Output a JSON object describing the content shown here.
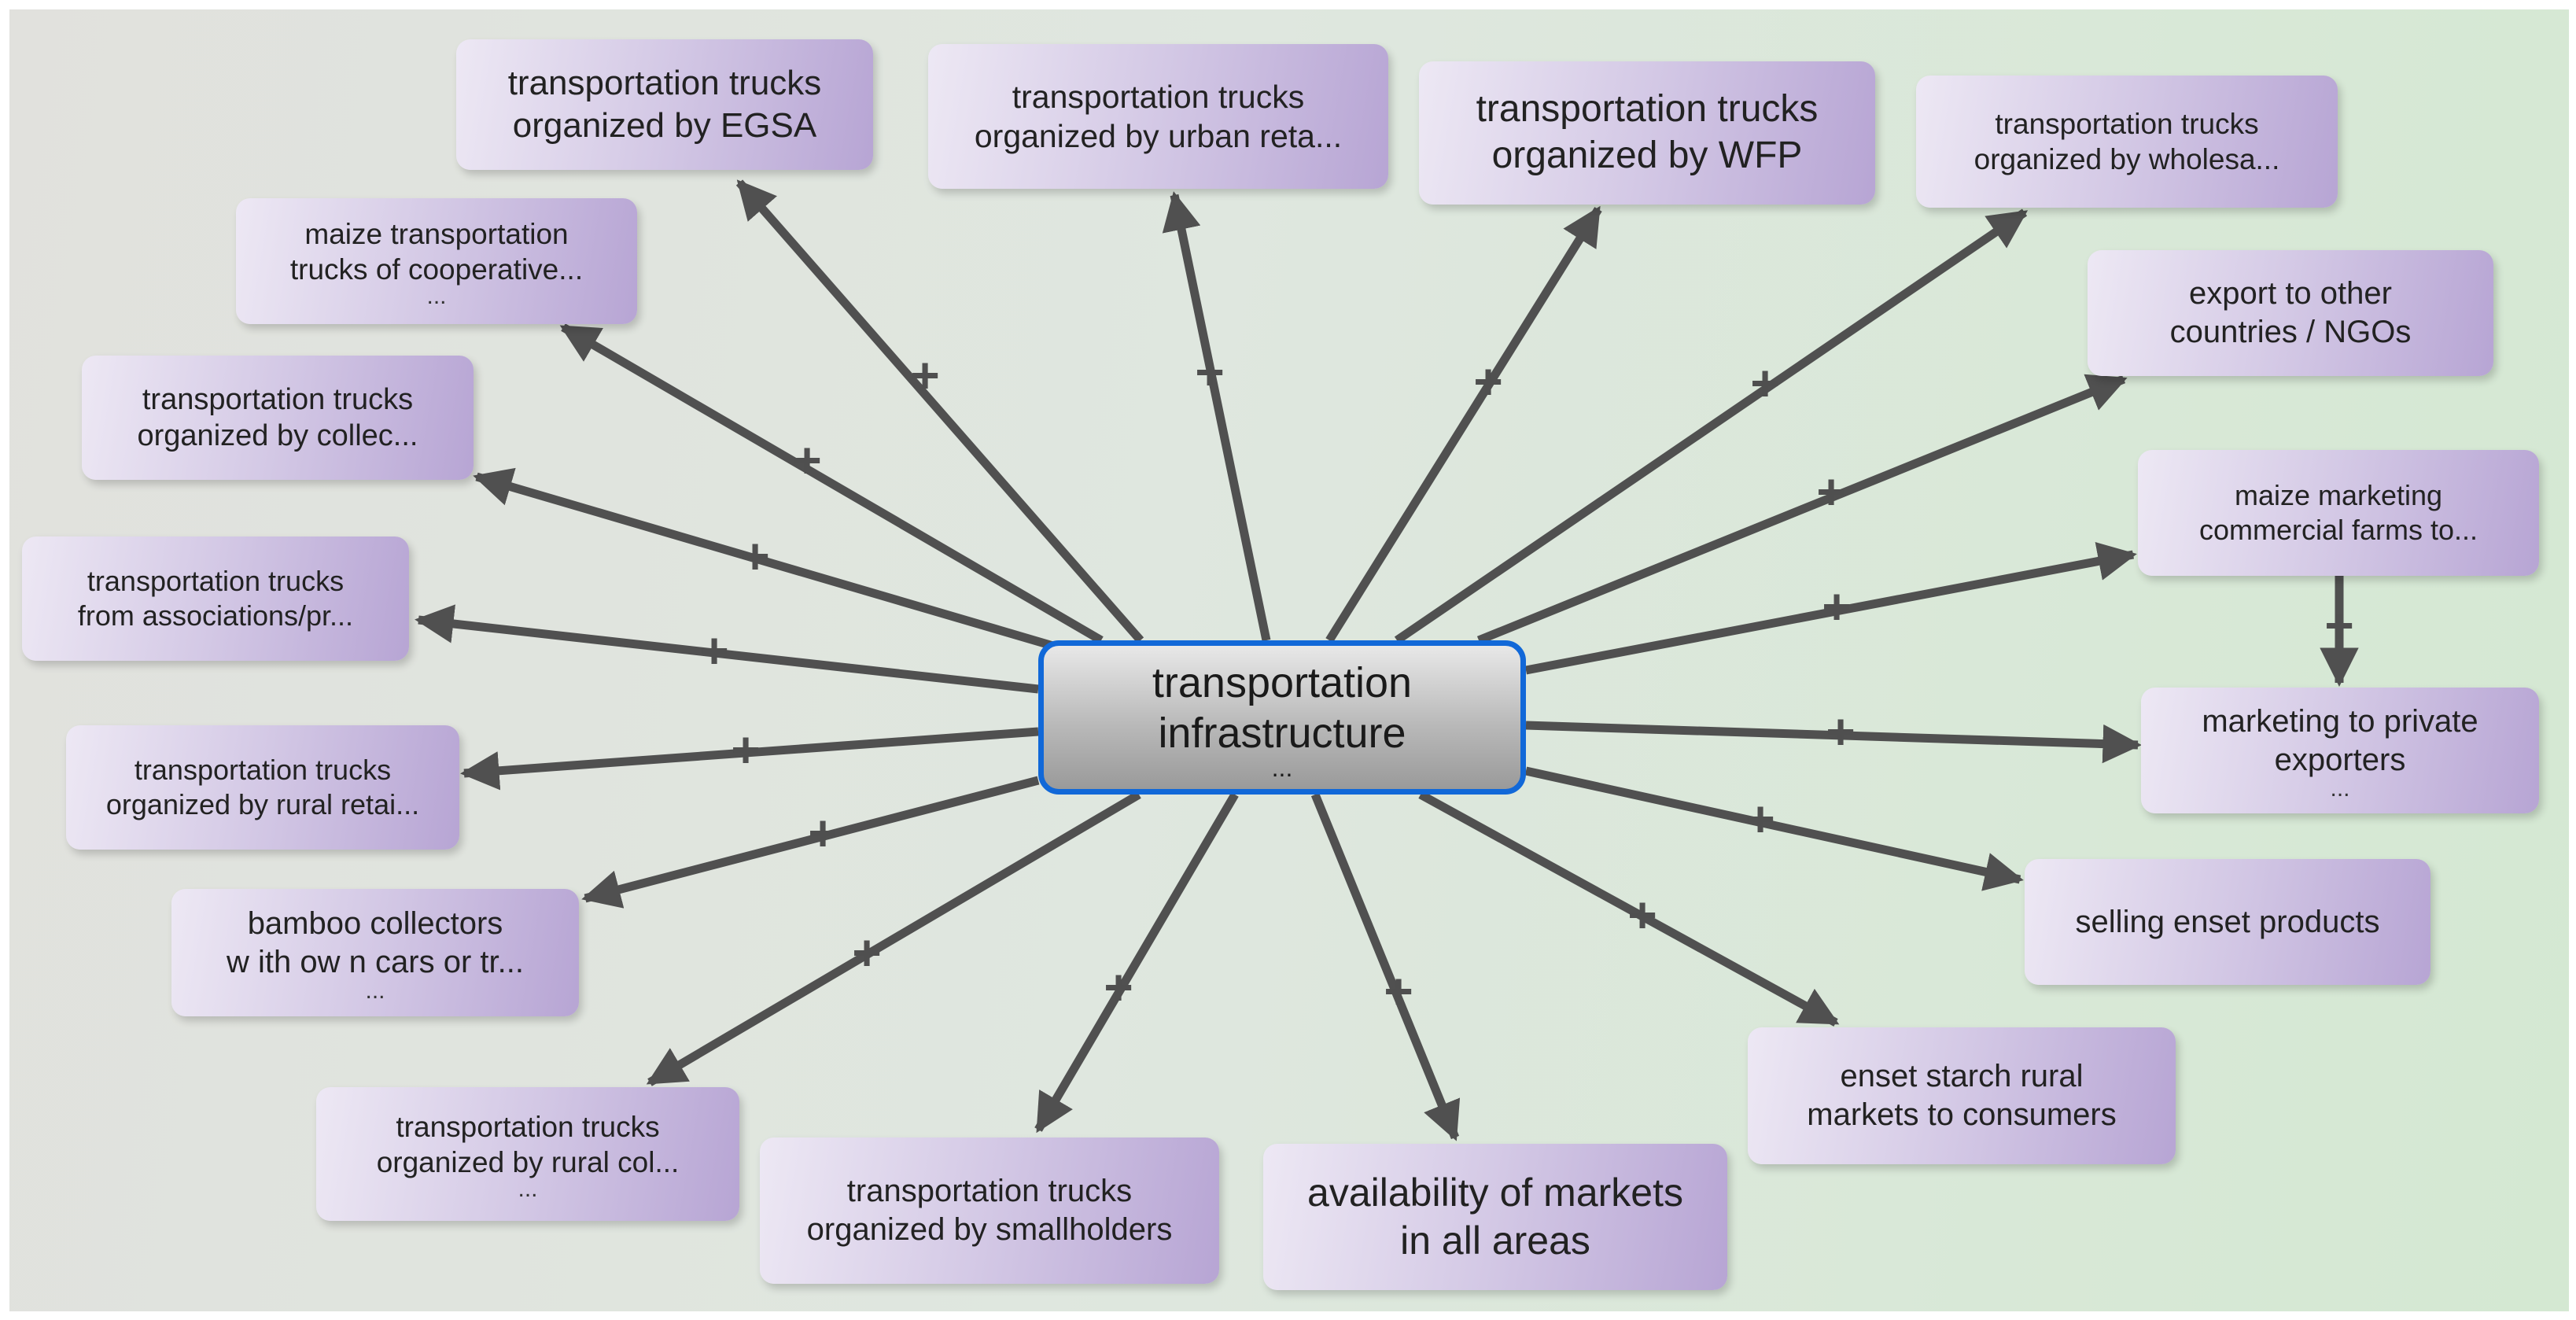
{
  "center": {
    "line1": "transportation",
    "line2": "infrastructure",
    "more": "..."
  },
  "edge_sign": "+",
  "nodes": {
    "egsa": {
      "line1": "transportation trucks",
      "line2": "organized by EGSA"
    },
    "urban": {
      "line1": "transportation trucks",
      "line2": "organized by urban reta..."
    },
    "wfp": {
      "line1": "transportation trucks",
      "line2": "organized by WFP"
    },
    "wholesale": {
      "line1": "transportation trucks",
      "line2": "organized by wholesa..."
    },
    "export": {
      "line1": "export to other",
      "line2": "countries / NGOs"
    },
    "maize_comm": {
      "line1": "maize marketing",
      "line2": "commercial farms to..."
    },
    "private": {
      "line1": "marketing to private",
      "line2": "exporters",
      "more": "..."
    },
    "enset": {
      "line1": "selling enset products"
    },
    "starch": {
      "line1": "enset starch rural",
      "line2": "markets to consumers"
    },
    "markets": {
      "line1": "availability of markets",
      "line2": "in all areas"
    },
    "smallholders": {
      "line1": "transportation trucks",
      "line2": "organized by smallholders"
    },
    "rural_col": {
      "line1": "transportation trucks",
      "line2": "organized by rural col...",
      "more": "..."
    },
    "bamboo": {
      "line1": "bamboo collectors",
      "line2": "w ith ow n cars or tr...",
      "more": "..."
    },
    "rural_retail": {
      "line1": "transportation trucks",
      "line2": "organized by rural retai..."
    },
    "assoc": {
      "line1": "transportation trucks",
      "line2": "from associations/pr..."
    },
    "collec": {
      "line1": "transportation trucks",
      "line2": "organized by collec..."
    },
    "coop": {
      "line1": "maize transportation",
      "line2": "trucks of cooperative...",
      "more": "..."
    }
  }
}
